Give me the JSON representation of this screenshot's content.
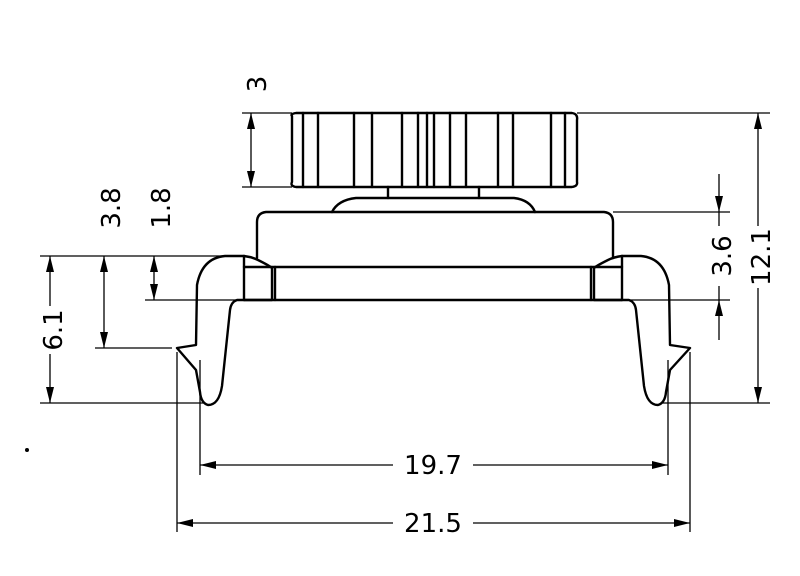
{
  "drawing": {
    "dimensions": {
      "knob_height": "3",
      "top_to_base": "3.8",
      "rim_offset": "1.8",
      "body_height": "3.6",
      "total_height": "12.1",
      "clip_height": "6.1",
      "inner_width": "19.7",
      "outer_width": "21.5"
    },
    "colors": {
      "line": "#000000",
      "background": "#ffffff"
    }
  }
}
